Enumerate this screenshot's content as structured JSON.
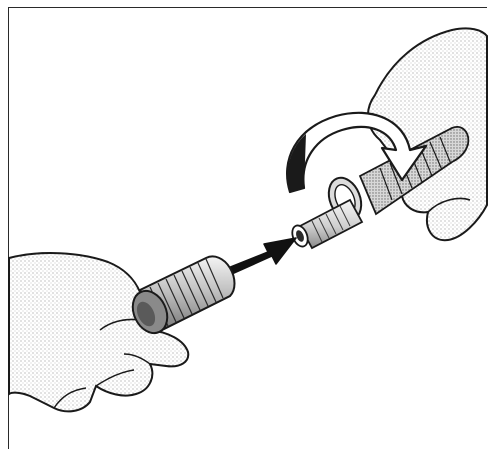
{
  "figure": {
    "kind": "instruction-illustration",
    "elements": [
      "left-hand",
      "knurled-knob",
      "push-arrow",
      "threaded-port",
      "rotate-arrow",
      "right-hand"
    ],
    "colors": {
      "line": "#1a1a1a",
      "arrow_fill": "#111111",
      "shade": "#bdbdbd",
      "light_shade": "#e6e6e6",
      "paper": "#ffffff"
    }
  }
}
